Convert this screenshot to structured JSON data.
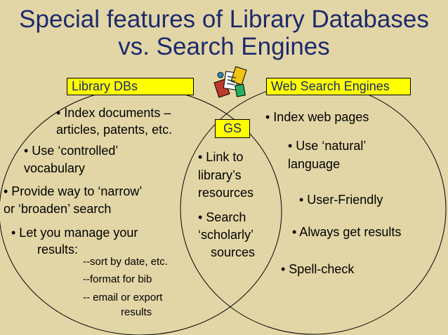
{
  "title": {
    "line1": "Special features of Library Databases",
    "line2": "vs. Search Engines"
  },
  "labels": {
    "left": "Library DBs",
    "right": "Web Search Engines",
    "center": "GS"
  },
  "library": {
    "index_1": "• Index documents –",
    "index_2": "articles, patents, etc.",
    "controlled_1": "• Use ‘controlled’",
    "controlled_2": "vocabulary",
    "narrow_1": "• Provide way to ‘narrow’",
    "narrow_2": "or ‘broaden’ search",
    "manage_1": "• Let you manage your",
    "manage_2": "results:",
    "sub_1": "--sort by date, etc.",
    "sub_2": "--format for bib",
    "sub_3": "-- email or export",
    "sub_4": "results"
  },
  "overlap": {
    "link_1": "• Link to",
    "link_2": "library’s",
    "link_3": "resources",
    "search_1": "• Search",
    "search_2": "‘scholarly’",
    "search_3": "sources"
  },
  "web": {
    "index": "• Index web pages",
    "natural_1": "• Use ‘natural’",
    "natural_2": "language",
    "friendly": "• User-Friendly",
    "results": "• Always get results",
    "spell": "• Spell-check"
  },
  "colors": {
    "background": "#E3D6A6",
    "title": "#1C2A6E",
    "label_fill": "#FFFF00"
  },
  "icons": {
    "clipart": "library-clipart-icon"
  }
}
